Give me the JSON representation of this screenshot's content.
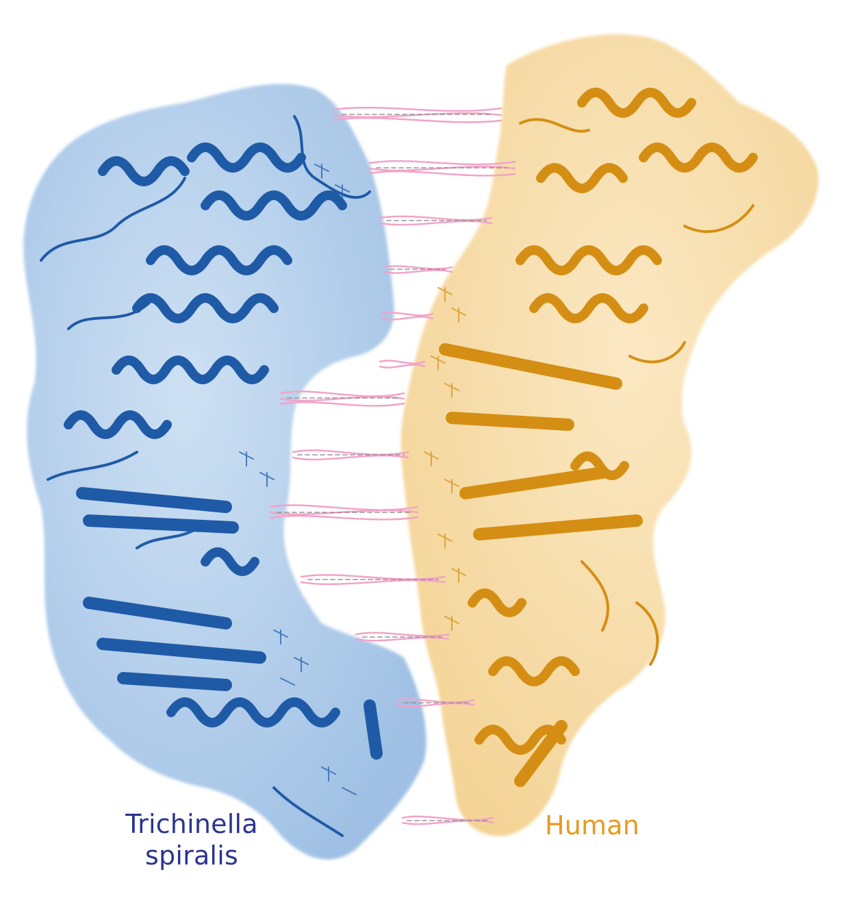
{
  "labels": {
    "left_line1": "Trichinella",
    "left_line2": "spiralis",
    "right": "Human"
  },
  "colors": {
    "left_label": "#2a3490",
    "right_label": "#e89a1d",
    "left_surface": "#9cc0e6",
    "left_cartoon": "#1f5aa6",
    "right_surface": "#f7d79a",
    "right_cartoon": "#d58e14",
    "bridge": "#f2a3c8"
  },
  "icons": {
    "left_structure": "protein-structure-trichinella",
    "right_structure": "protein-structure-human",
    "bridges": "interaction-bridge"
  }
}
